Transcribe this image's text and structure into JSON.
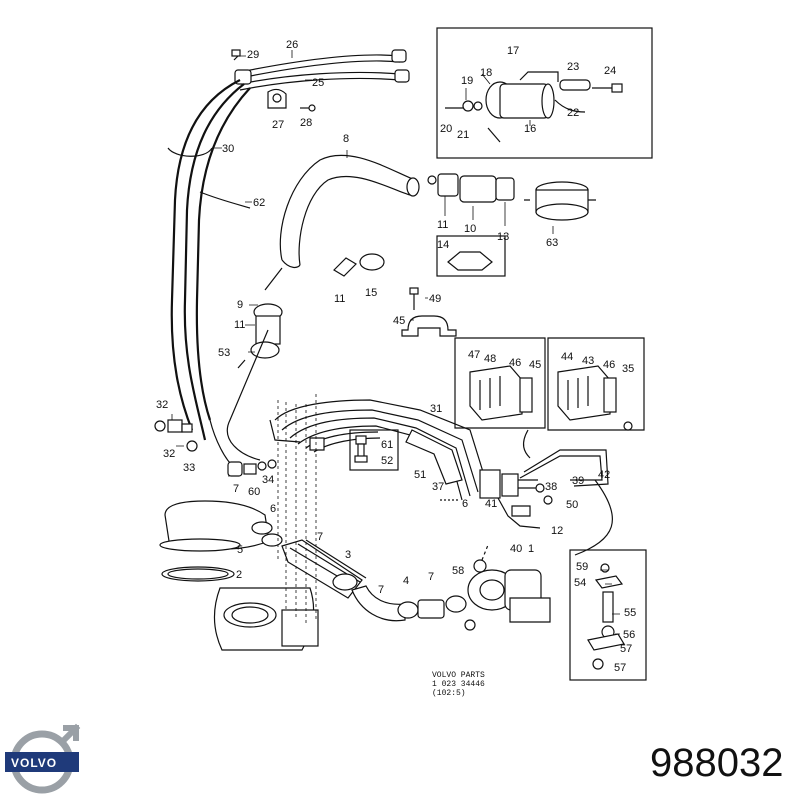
{
  "labels": [
    "29",
    "26",
    "25",
    "27",
    "28",
    "30",
    "62",
    "8",
    "17",
    "18",
    "19",
    "20",
    "21",
    "16",
    "23",
    "24",
    "22",
    "11",
    "10",
    "13",
    "63",
    "14",
    "15",
    "11",
    "9",
    "11",
    "53",
    "49",
    "45",
    "47",
    "48",
    "46",
    "45",
    "44",
    "43",
    "46",
    "35",
    "31",
    "32",
    "32",
    "33",
    "34",
    "60",
    "61",
    "52",
    "51",
    "37",
    "38",
    "39",
    "42",
    "50",
    "6",
    "41",
    "12",
    "40",
    "1",
    "7",
    "6",
    "5",
    "2",
    "7",
    "3",
    "7",
    "4",
    "7",
    "58",
    "59",
    "54",
    "55",
    "56",
    "57"
  ],
  "parts_stamp": [
    "VOLVO PARTS",
    "1 023 34446",
    "(102:5)"
  ],
  "brand": {
    "wordmark": "VOLVO",
    "part_number": "988032"
  },
  "colors": {
    "line": "#111111",
    "logo_silver": "#9aa0a6",
    "logo_blue": "#1f3a7a"
  }
}
